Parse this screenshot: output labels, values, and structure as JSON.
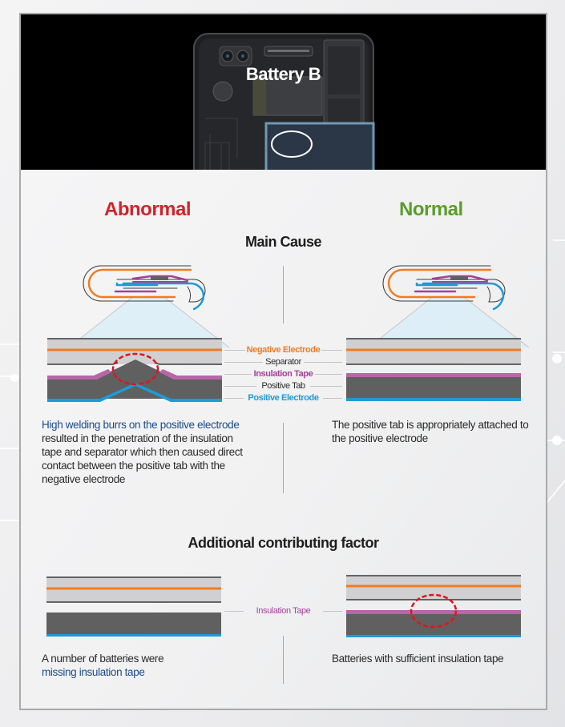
{
  "header": {
    "title": "Battery B"
  },
  "columns": {
    "abnormal_label": "Abnormal",
    "normal_label": "Normal"
  },
  "main_cause": {
    "title": "Main Cause",
    "legend": [
      {
        "label": "Negative Electrode",
        "color": "#f07c22"
      },
      {
        "label": "Separator",
        "color": "#2b2b2b"
      },
      {
        "label": "Insulation Tape",
        "color": "#a8409a"
      },
      {
        "label": "Positive Tab",
        "color": "#2b2b2b"
      },
      {
        "label": "Positive Electrode",
        "color": "#1e9ad6"
      }
    ],
    "abnormal_text": {
      "highlight": "High welding burrs on the positive electrode",
      "rest": " resulted in the penetration of the insulation tape and separator which then caused direct contact between the positive tab with the negative electrode"
    },
    "normal_text": "The positive tab is appropriately attached to the positive electrode"
  },
  "additional_factor": {
    "title": "Additional contributing factor",
    "legend_label": "Insulation Tape",
    "abnormal_text": {
      "plain": "A number of batteries were",
      "highlight": "missing insulation tape"
    },
    "normal_text": "Batteries with sufficient insulation tape"
  },
  "colors": {
    "abnormal": "#d2232a",
    "normal": "#5a9e2a",
    "highlight_text": "#1a4a8c",
    "negative_electrode": "#f07c22",
    "insulation_tape": "#b866a8",
    "positive_tab": "#606060",
    "positive_electrode": "#1e9ad6",
    "separator_fill": "#d0d0d2",
    "defect_marker": "#e0141e"
  }
}
